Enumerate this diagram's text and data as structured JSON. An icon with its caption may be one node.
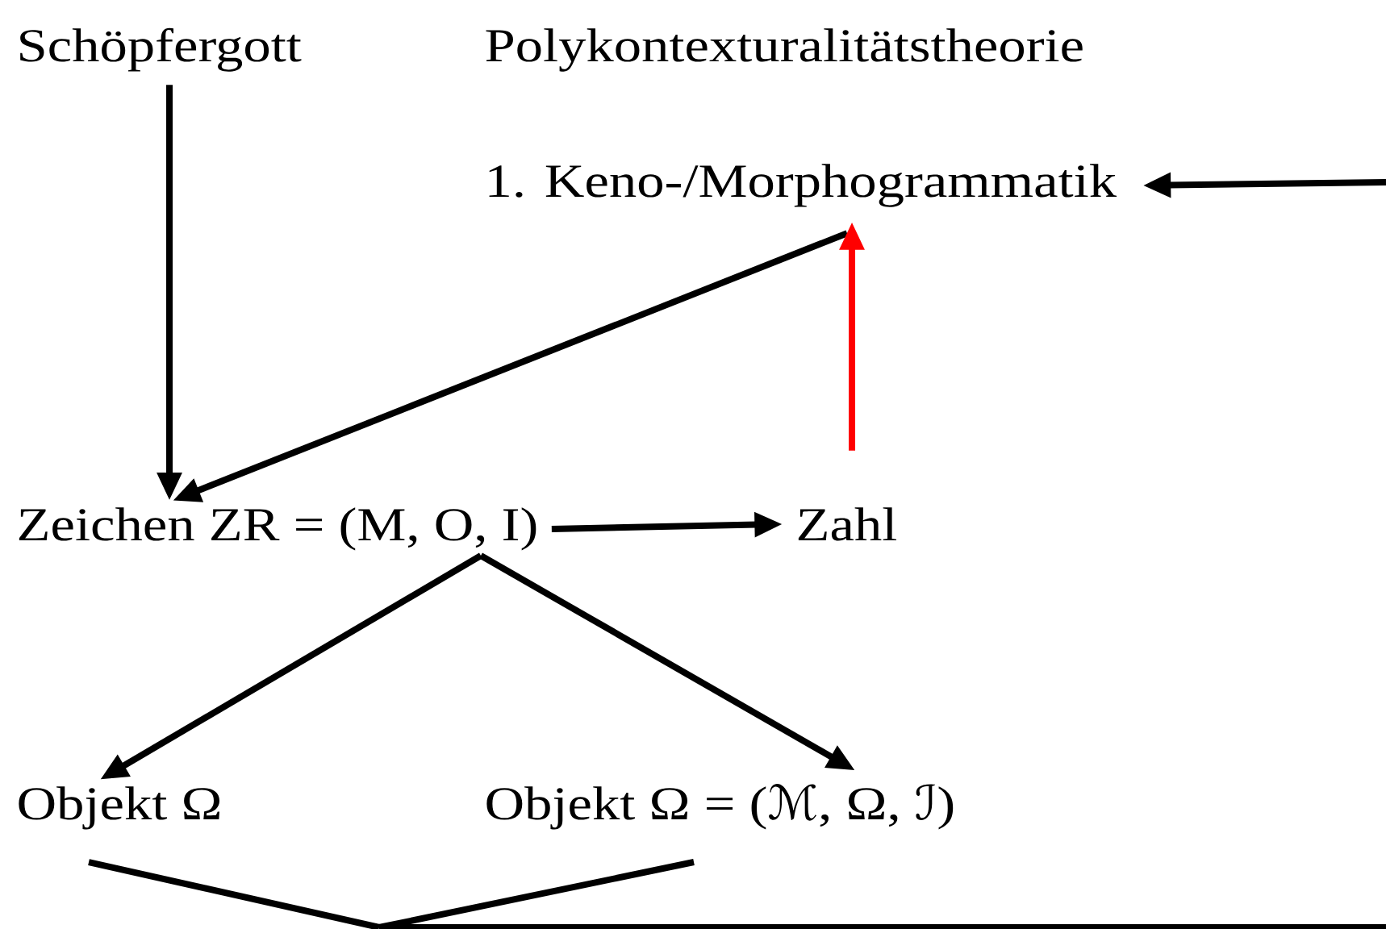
{
  "diagram": {
    "nodes": [
      {
        "text": [
          "Schöpfergott"
        ]
      },
      {
        "text": [
          "1. Keno-/Morphogrammatik"
        ]
      },
      {
        "text": [
          "Zeichen ZR = (M, O, I)"
        ]
      },
      {
        "text": [
          "Zahl"
        ]
      },
      {
        "text": [
          "Objekt Ω"
        ]
      },
      {
        "text": [
          "Objekt Ω = (ℳ, Ω, ℐ)"
        ]
      }
    ],
    "edges": [
      {
        "from": 0,
        "to": 2,
        "arrow": "to"
      },
      {
        "from": 1,
        "to": 2,
        "arrow": "to"
      },
      {
        "from": 3,
        "to": 1,
        "arrow": "to",
        "color": "#ff0000"
      },
      {
        "from": null,
        "to": 1,
        "arrow": "to"
      },
      {
        "from": 2,
        "to": 3,
        "arrow": "to"
      },
      {
        "from": 2,
        "to": 4,
        "arrow": "to"
      },
      {
        "from": 2,
        "to": 5,
        "arrow": "to"
      },
      {
        "from": 4,
        "to": null,
        "arrow": "none"
      },
      {
        "from": 5,
        "to": null,
        "arrow": "none"
      }
    ],
    "labels": [
      "Polykontexturalitätstheorie"
    ]
  }
}
